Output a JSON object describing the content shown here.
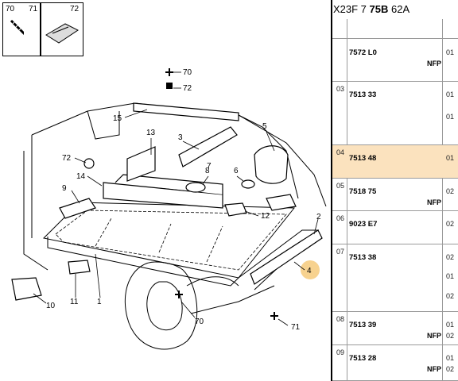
{
  "header": {
    "prefix": "X23F 7",
    "bold": "75B",
    "suffix": "62A"
  },
  "thumbnails": [
    {
      "label": "70",
      "icon": "screw-icon"
    },
    {
      "label": "71",
      "icon": "washer-icon"
    },
    {
      "label": "72",
      "icon": "clip-icon"
    }
  ],
  "callouts": [
    "70",
    "72",
    "15",
    "13",
    "3",
    "5",
    "72",
    "14",
    "8",
    "6",
    "9",
    "12",
    "2",
    "4",
    "10",
    "11",
    "1",
    "70",
    "71",
    "7"
  ],
  "footer_text": "*",
  "rows": [
    {
      "index": "",
      "ref": "7572 L0",
      "nfp": "NFP",
      "qty": [
        "01"
      ]
    },
    {
      "index": "03",
      "ref": "7513 33",
      "nfp": "",
      "qty": [
        "01",
        "01"
      ]
    },
    {
      "index": "04",
      "ref": "7513 48",
      "nfp": "",
      "qty": [
        "01"
      ]
    },
    {
      "index": "05",
      "ref": "7518 75",
      "nfp": "NFP",
      "qty": [
        "02"
      ]
    },
    {
      "index": "06",
      "ref": "9023 E7",
      "nfp": "",
      "qty": [
        "02"
      ]
    },
    {
      "index": "07",
      "ref": "7513 38",
      "nfp": "",
      "qty": [
        "02",
        "01",
        "02"
      ]
    },
    {
      "index": "08",
      "ref": "7513 39",
      "nfp": "NFP",
      "qty": [
        "01",
        "02"
      ]
    },
    {
      "index": "09",
      "ref": "7513 28",
      "nfp": "NFP",
      "qty": [
        "01",
        "02"
      ]
    }
  ],
  "highlight_color": "#fbe2be"
}
